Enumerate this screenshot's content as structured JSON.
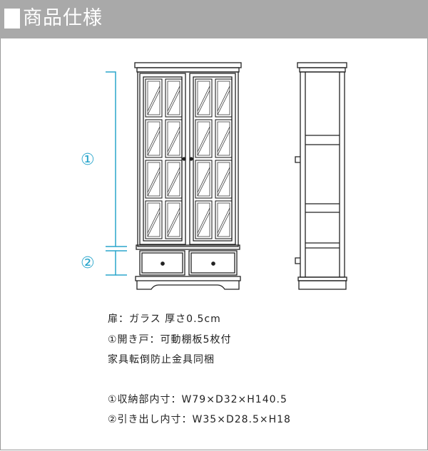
{
  "header": {
    "title": "商品仕様",
    "bg_color": "#a9a9a9"
  },
  "markers": {
    "one": "①",
    "two": "②",
    "color": "#2aa6cc"
  },
  "specs": {
    "door": "扉：ガラス 厚さ0.5cm",
    "hinged": "①開き戸：可動棚板5枚付",
    "anti_tip": "家具転倒防止金具同梱",
    "storage_inner": "①収納部内寸：W79×D32×H140.5",
    "drawer_inner": "②引き出し内寸：W35×D28.5×H18"
  }
}
